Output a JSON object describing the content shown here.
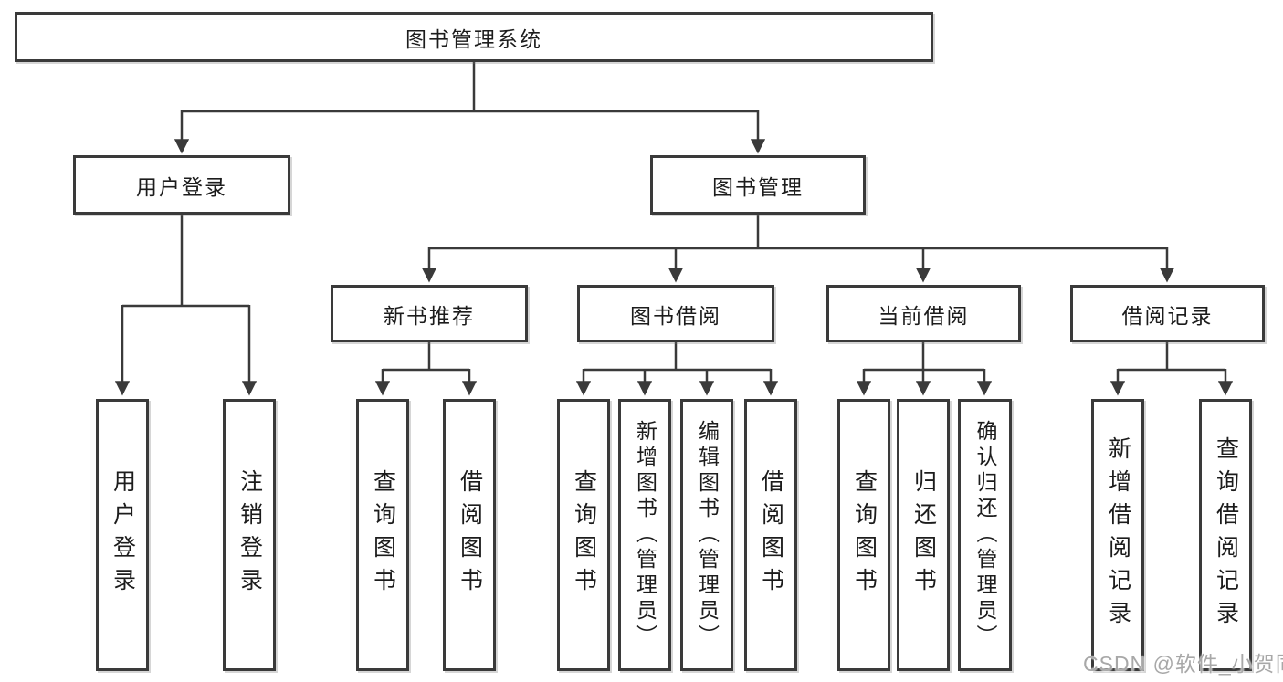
{
  "diagram": {
    "root": {
      "label": "图书管理系统",
      "children": [
        {
          "label": "用户登录",
          "children": [
            {
              "label": "用户登录"
            },
            {
              "label": "注销登录"
            }
          ]
        },
        {
          "label": "图书管理",
          "children": [
            {
              "label": "新书推荐",
              "children": [
                {
                  "label": "查询图书"
                },
                {
                  "label": "借阅图书"
                }
              ]
            },
            {
              "label": "图书借阅",
              "children": [
                {
                  "label": "查询图书"
                },
                {
                  "label": "新增图书（管理员）"
                },
                {
                  "label": "编辑图书（管理员）"
                },
                {
                  "label": "借阅图书"
                }
              ]
            },
            {
              "label": "当前借阅",
              "children": [
                {
                  "label": "查询图书"
                },
                {
                  "label": "归还图书"
                },
                {
                  "label": "确认归还（管理员）"
                }
              ]
            },
            {
              "label": "借阅记录",
              "children": [
                {
                  "label": "新增借阅记录"
                },
                {
                  "label": "查询借阅记录"
                }
              ]
            }
          ]
        }
      ]
    }
  },
  "watermark": {
    "text": "CSDN @软件_小贺同学"
  },
  "colors": {
    "line": "#3a3a3a",
    "text": "#1c1c1c",
    "watermark": "#a8a8a8",
    "background": "#ffffff"
  }
}
